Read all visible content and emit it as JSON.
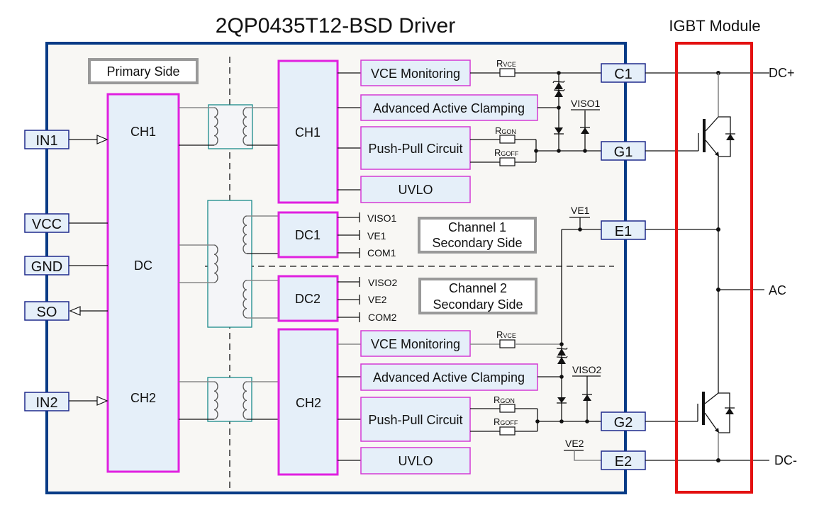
{
  "title": "2QP0435T12-BSD Driver",
  "igbt_module_title": "IGBT Module",
  "colors": {
    "driver_border": "#073b86",
    "driver_fill": "#f8f7f4",
    "block_border": "#e020e0",
    "block_fill": "#e5eff9",
    "pin_border": "#1f2a8c",
    "module_border": "#e31010",
    "transformer_border": "#1a8a8a"
  },
  "labels": {
    "primary_side": "Primary Side",
    "channel1_secondary_line1": "Channel 1",
    "channel1_secondary_line2": "Secondary Side",
    "channel2_secondary_line1": "Channel 2",
    "channel2_secondary_line2": "Secondary Side"
  },
  "input_pins": {
    "in1": "IN1",
    "vcc": "VCC",
    "gnd": "GND",
    "so": "SO",
    "in2": "IN2"
  },
  "primary_blocks": {
    "ch1": "CH1",
    "dc": "DC",
    "ch2": "CH2"
  },
  "secondary_blocks": {
    "ch1": "CH1",
    "dc1": "DC1",
    "dc2": "DC2",
    "ch2": "CH2"
  },
  "channel1_functions": [
    "VCE Monitoring",
    "Advanced Active Clamping",
    "Push-Pull Circuit",
    "UVLO"
  ],
  "channel2_functions": [
    "VCE Monitoring",
    "Advanced Active Clamping",
    "Push-Pull Circuit",
    "UVLO"
  ],
  "dc1_outputs": [
    "VISO1",
    "VE1",
    "COM1"
  ],
  "dc2_outputs": [
    "VISO2",
    "VE2",
    "COM2"
  ],
  "resistors": {
    "rvce_main": "R",
    "rvce_sub": "VCE",
    "rgon_main": "R",
    "rgon_sub": "GON",
    "rgoff_main": "R",
    "rgoff_sub": "GOFF"
  },
  "nets": {
    "viso1": "VISO1",
    "viso2": "VISO2",
    "ve1": "VE1",
    "ve2": "VE2"
  },
  "output_pins": {
    "c1": "C1",
    "g1": "G1",
    "e1": "E1",
    "g2": "G2",
    "e2": "E2"
  },
  "module_terminals": {
    "dc_plus": "DC+",
    "ac": "AC",
    "dc_minus": "DC-"
  }
}
